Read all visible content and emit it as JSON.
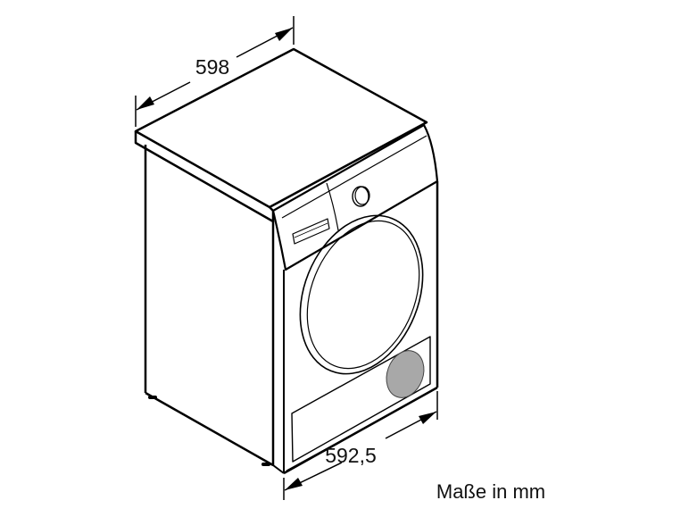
{
  "dimensions": {
    "width_label": "598",
    "depth_label": "592,5",
    "unit_note": "Maße in mm"
  },
  "colors": {
    "line": "#000000",
    "vent_fill": "#a8a8a8",
    "background": "#ffffff"
  }
}
